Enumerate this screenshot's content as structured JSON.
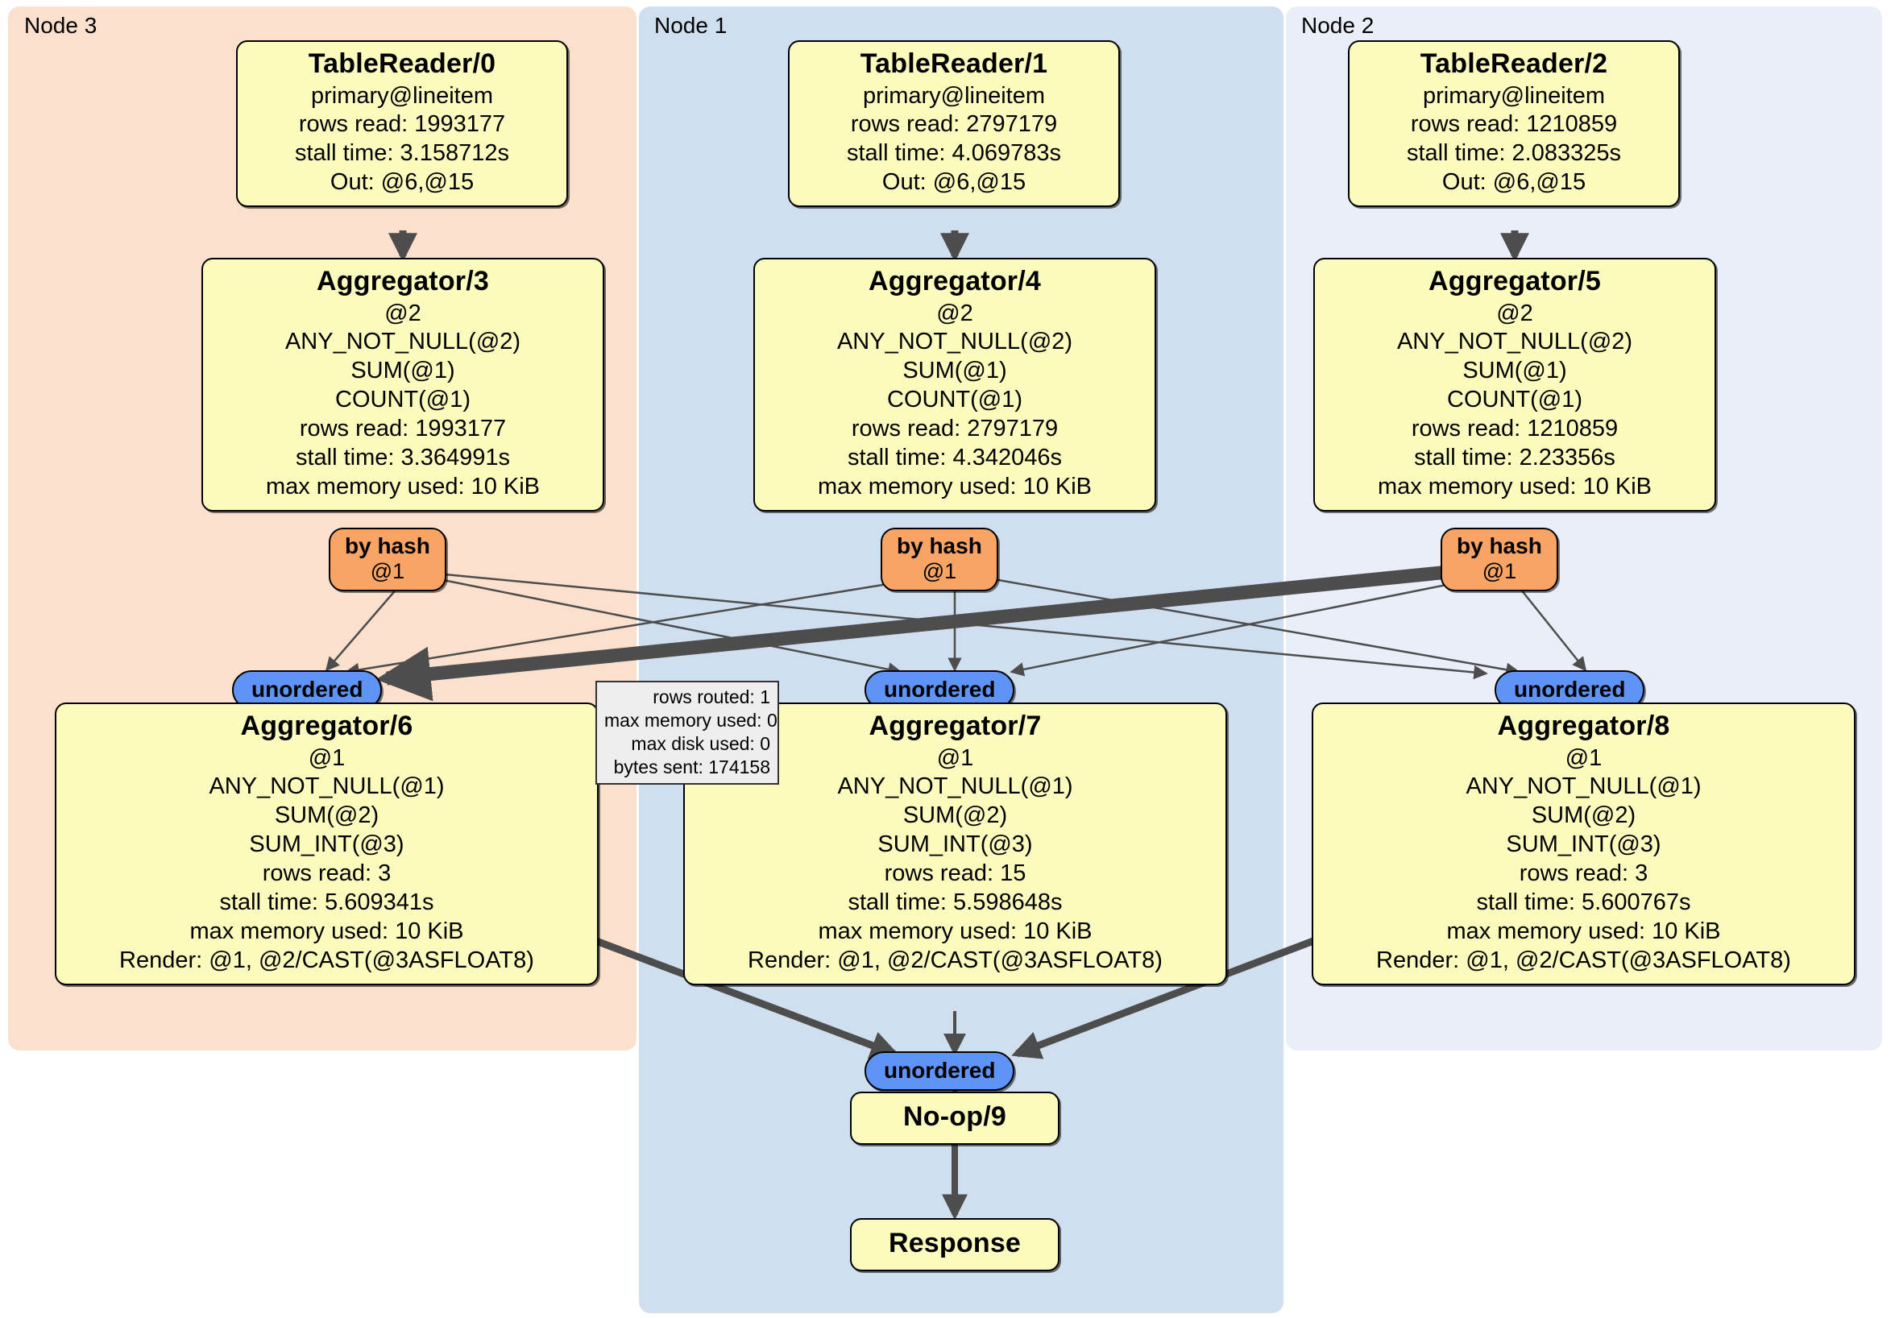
{
  "clusters": [
    {
      "id": "node3",
      "label": "Node 3",
      "color": "#fbe0cd"
    },
    {
      "id": "node1",
      "label": "Node 1",
      "color": "#cfdfef"
    },
    {
      "id": "node2",
      "label": "Node 2",
      "color": "#e9eef8"
    }
  ],
  "colors": {
    "processor_fill": "#fbfbbe",
    "hash_router_fill": "#f8a465",
    "unordered_router_fill": "#5d94f5",
    "stats_box_fill": "#eeeeee",
    "edge": "#4d4d4d",
    "border": "#000000"
  },
  "table_readers": [
    {
      "title": "TableReader/0",
      "lines": [
        "primary@lineitem",
        "rows read: 1993177",
        "stall time: 3.158712s",
        "Out: @6,@15"
      ]
    },
    {
      "title": "TableReader/1",
      "lines": [
        "primary@lineitem",
        "rows read: 2797179",
        "stall time: 4.069783s",
        "Out: @6,@15"
      ]
    },
    {
      "title": "TableReader/2",
      "lines": [
        "primary@lineitem",
        "rows read: 1210859",
        "stall time: 2.083325s",
        "Out: @6,@15"
      ]
    }
  ],
  "local_aggregators": [
    {
      "title": "Aggregator/3",
      "lines": [
        "@2",
        "ANY_NOT_NULL(@2)",
        "SUM(@1)",
        "COUNT(@1)",
        "rows read: 1993177",
        "stall time: 3.364991s",
        "max memory used: 10 KiB"
      ]
    },
    {
      "title": "Aggregator/4",
      "lines": [
        "@2",
        "ANY_NOT_NULL(@2)",
        "SUM(@1)",
        "COUNT(@1)",
        "rows read: 2797179",
        "stall time: 4.342046s",
        "max memory used: 10 KiB"
      ]
    },
    {
      "title": "Aggregator/5",
      "lines": [
        "@2",
        "ANY_NOT_NULL(@2)",
        "SUM(@1)",
        "COUNT(@1)",
        "rows read: 1210859",
        "stall time: 2.23356s",
        "max memory used: 10 KiB"
      ]
    }
  ],
  "hash_routers": [
    {
      "label": "by hash",
      "column": "@1"
    },
    {
      "label": "by hash",
      "column": "@1"
    },
    {
      "label": "by hash",
      "column": "@1"
    }
  ],
  "unordered_routers": [
    {
      "label": "unordered"
    },
    {
      "label": "unordered"
    },
    {
      "label": "unordered"
    }
  ],
  "final_aggregators": [
    {
      "title": "Aggregator/6",
      "lines": [
        "@1",
        "ANY_NOT_NULL(@1)",
        "SUM(@2)",
        "SUM_INT(@3)",
        "rows read: 3",
        "stall time: 5.609341s",
        "max memory used: 10 KiB",
        "Render: @1, @2/CAST(@3ASFLOAT8)"
      ]
    },
    {
      "title": "Aggregator/7",
      "lines": [
        "@1",
        "ANY_NOT_NULL(@1)",
        "SUM(@2)",
        "SUM_INT(@3)",
        "rows read: 15",
        "stall time: 5.598648s",
        "max memory used: 10 KiB",
        "Render: @1, @2/CAST(@3ASFLOAT8)"
      ]
    },
    {
      "title": "Aggregator/8",
      "lines": [
        "@1",
        "ANY_NOT_NULL(@1)",
        "SUM(@2)",
        "SUM_INT(@3)",
        "rows read: 3",
        "stall time: 5.600767s",
        "max memory used: 10 KiB",
        "Render: @1, @2/CAST(@3ASFLOAT8)"
      ]
    }
  ],
  "merge_router": {
    "label": "unordered"
  },
  "noop": {
    "title": "No-op/9"
  },
  "response": {
    "title": "Response"
  },
  "stats_box": {
    "lines": [
      "rows routed: 1",
      "max memory used: 0",
      "max disk used: 0",
      "bytes sent: 174158"
    ]
  }
}
